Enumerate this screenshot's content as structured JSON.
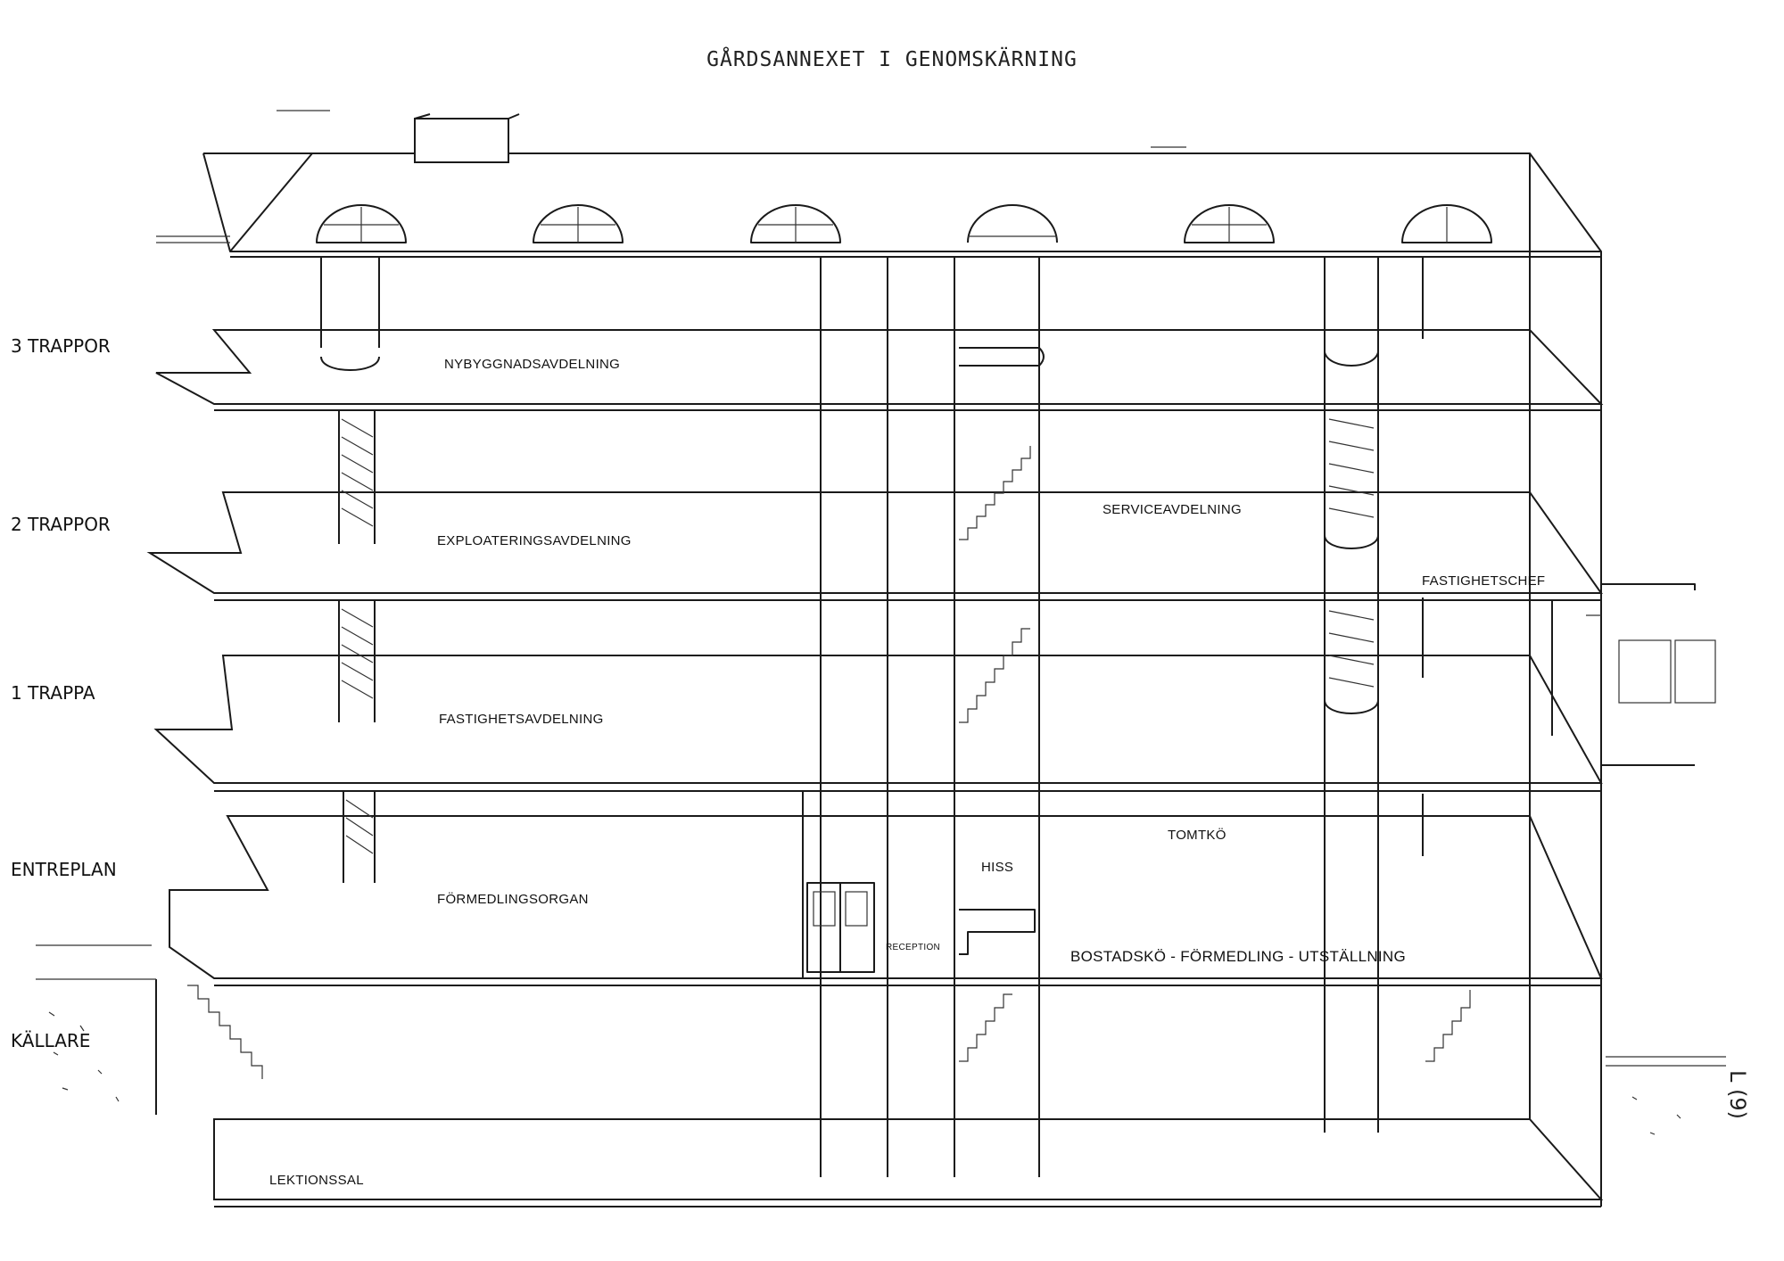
{
  "title": "GÅRDSANNEXET I GENOMSKÄRNING",
  "floors": [
    {
      "label": "3 TRAPPOR"
    },
    {
      "label": "2 TRAPPOR"
    },
    {
      "label": "1 TRAPPA"
    },
    {
      "label": "ENTREPLAN"
    },
    {
      "label": "KÄLLARE"
    }
  ],
  "rooms": {
    "nybyggnad": "NYBYGGNADSAVDELNING",
    "exploatering": "EXPLOATERINGSAVDELNING",
    "service": "SERVICEAVDELNING",
    "fastighetschef": "FASTIGHETSCHEF",
    "fastighetsavdelning": "FASTIGHETSAVDELNING",
    "tomtko": "TOMTKÖ",
    "hiss": "HISS",
    "formedlingsorgan": "FÖRMEDLINGSORGAN",
    "reception": "RECEPTION",
    "bostadsko": "BOSTADSKÖ - FÖRMEDLING - UTSTÄLLNING",
    "lektionssal": "LEKTIONSSAL"
  },
  "page_number": "L (9)"
}
